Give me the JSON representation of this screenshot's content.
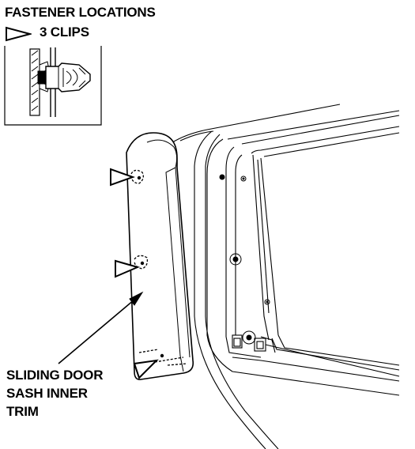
{
  "legend": {
    "title": "FASTENER LOCATIONS",
    "clips_text": "3 CLIPS",
    "marker_icon": "triangle-pointer-icon"
  },
  "callout": {
    "lines": [
      "SLIDING DOOR",
      "SASH INNER",
      "TRIM"
    ]
  },
  "colors": {
    "ink": "#000000",
    "background": "#ffffff"
  }
}
